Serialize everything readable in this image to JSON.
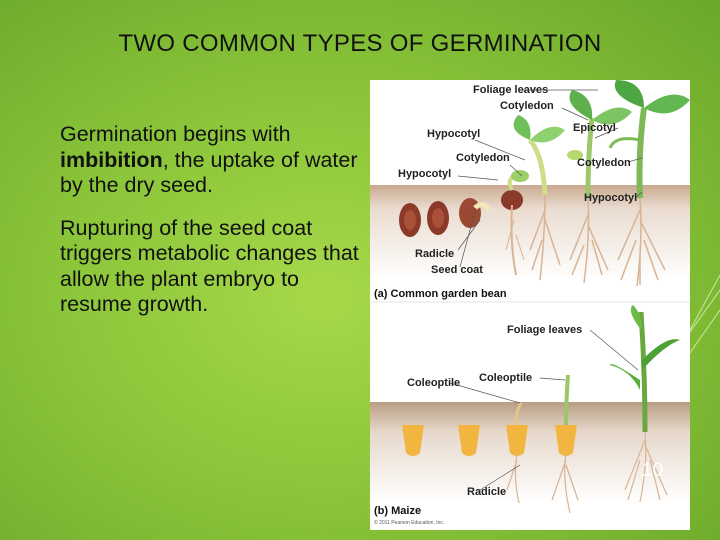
{
  "slide": {
    "title": "TWO COMMON TYPES OF GERMINATION",
    "para1_before": "Germination begins with ",
    "para1_bold": "imbibition",
    "para1_after": ", the uptake of water by the dry seed.",
    "para2": "Rupturing of the seed coat triggers metabolic changes that allow the plant embryo to resume growth.",
    "page_number": "10"
  },
  "figure": {
    "bean_labels": {
      "foliage_leaves": "Foliage leaves",
      "cotyledon_top": "Cotyledon",
      "hypocotyl_upper": "Hypocotyl",
      "epicotyl": "Epicotyl",
      "cotyledon_mid": "Cotyledon",
      "hypocotyl_left": "Hypocotyl",
      "cotyledon_right": "Cotyledon",
      "hypocotyl_right": "Hypocotyl",
      "radicle": "Radicle",
      "seed_coat": "Seed coat"
    },
    "bean_caption": "(a) Common garden bean",
    "maize_labels": {
      "foliage_leaves": "Foliage leaves",
      "coleoptile_left": "Coleoptile",
      "coleoptile_mid": "Coleoptile",
      "radicle": "Radicle"
    },
    "maize_caption": "(b) Maize",
    "copyright": "© 2011 Pearson Education, Inc."
  }
}
